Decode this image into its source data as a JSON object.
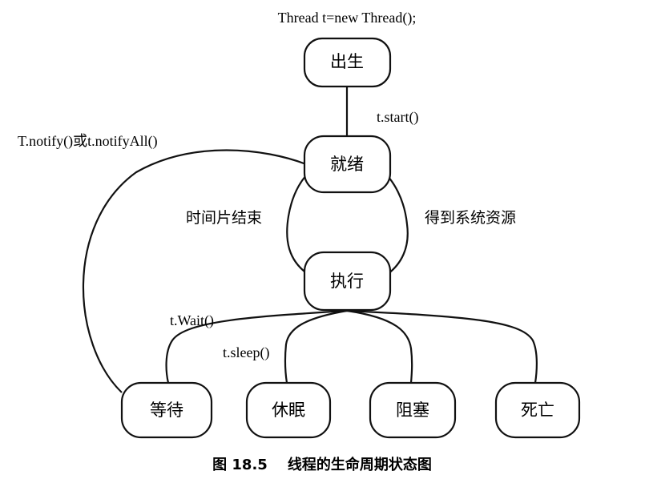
{
  "diagram": {
    "code_label": "Thread t=new Thread();",
    "nodes": {
      "born": "出生",
      "ready": "就绪",
      "running": "执行",
      "waiting": "等待",
      "sleeping": "休眠",
      "blocked": "阻塞",
      "dead": "死亡"
    },
    "edge_labels": {
      "start": "t.start()",
      "notify": "T.notify()或t.notifyAll()",
      "time_slice_end": "时间片结束",
      "get_resources": "得到系统资源",
      "wait": "t.Wait()",
      "sleep": "t.sleep()"
    },
    "caption": "图 18.5    线程的生命周期状态图"
  }
}
